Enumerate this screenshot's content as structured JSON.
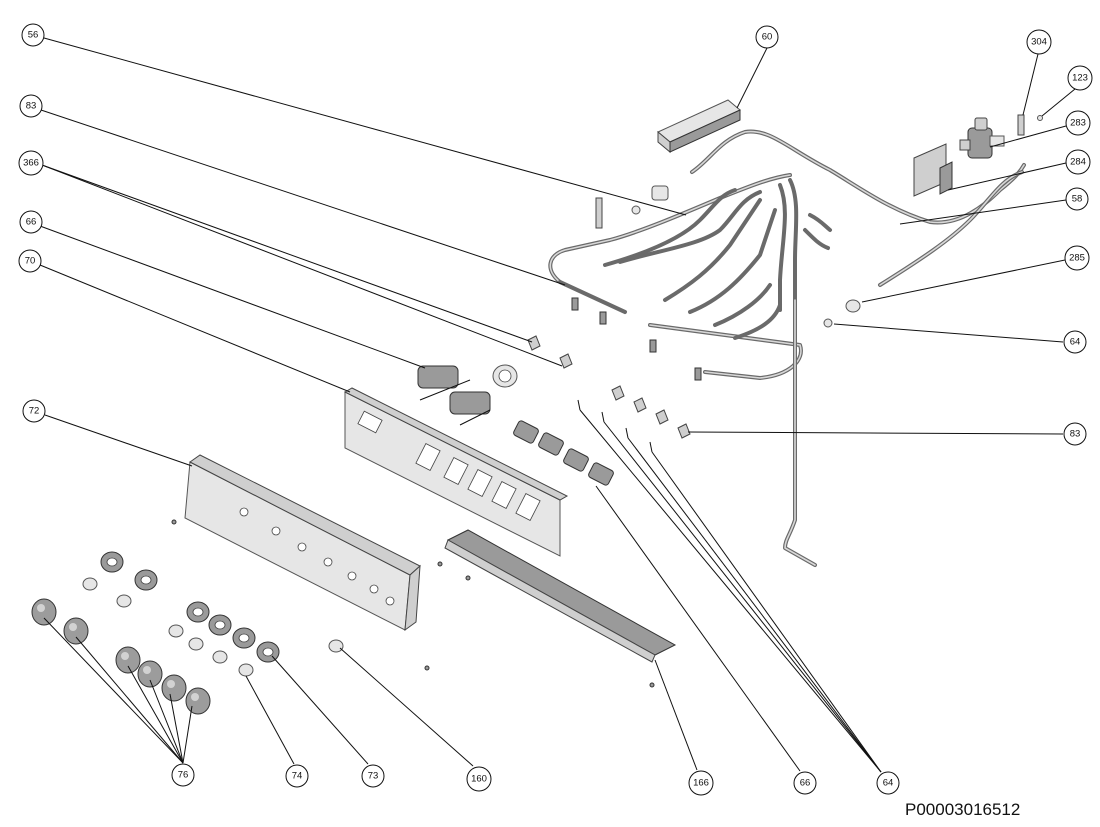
{
  "callouts": [
    {
      "label": "56"
    },
    {
      "label": "83"
    },
    {
      "label": "366"
    },
    {
      "label": "66"
    },
    {
      "label": "70"
    },
    {
      "label": "72"
    },
    {
      "label": "60"
    },
    {
      "label": "304"
    },
    {
      "label": "123"
    },
    {
      "label": "283"
    },
    {
      "label": "284"
    },
    {
      "label": "58"
    },
    {
      "label": "285"
    },
    {
      "label": "64"
    },
    {
      "label": "83"
    },
    {
      "label": "76"
    },
    {
      "label": "74"
    },
    {
      "label": "73"
    },
    {
      "label": "160"
    },
    {
      "label": "166"
    },
    {
      "label": "66"
    },
    {
      "label": "64"
    }
  ],
  "drawing_code": "P00003016512"
}
